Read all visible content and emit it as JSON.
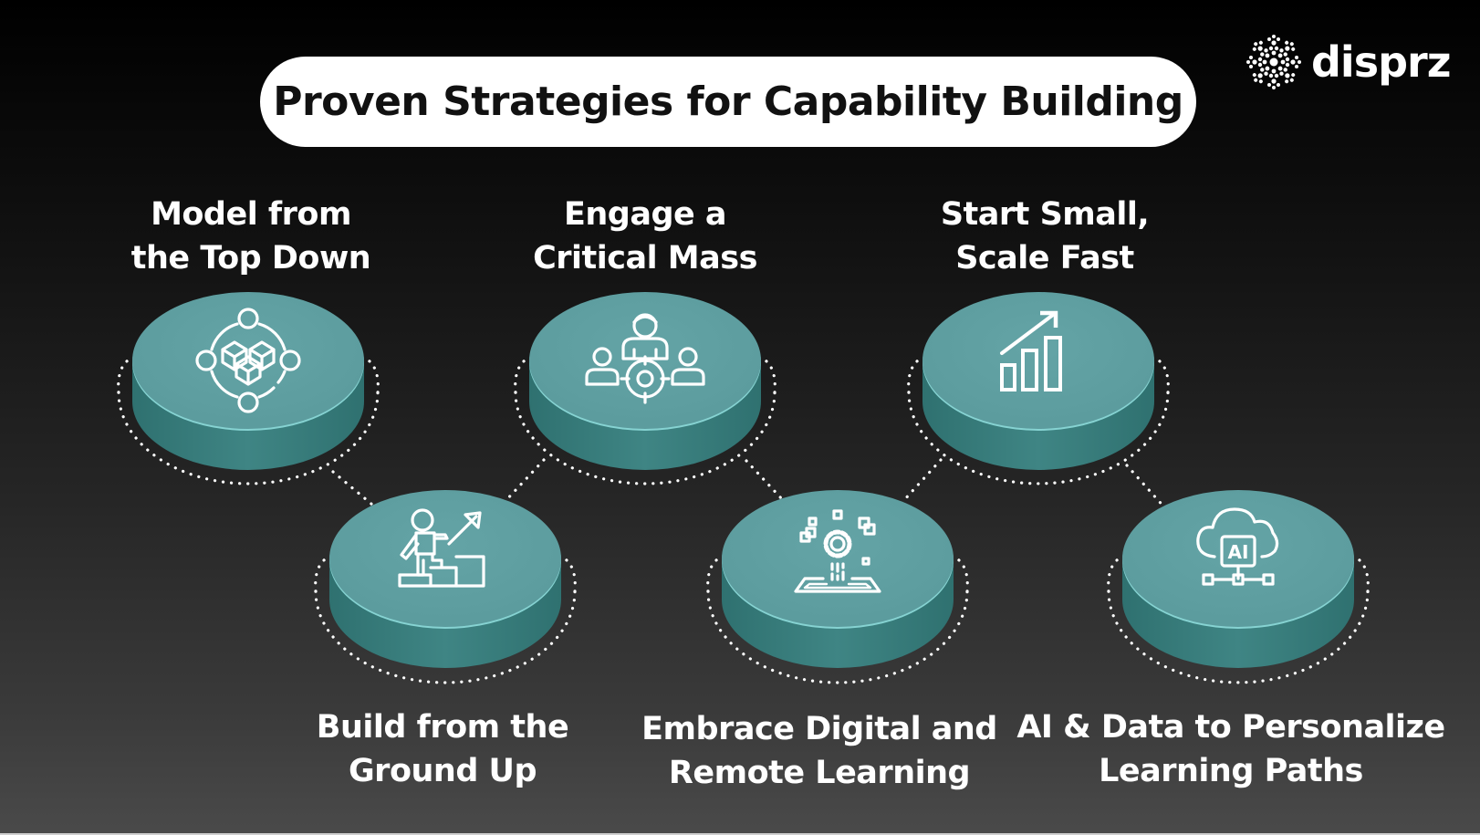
{
  "title": "Proven Strategies for Capability Building",
  "logo": {
    "text": "disprz",
    "icon": "snowflake-dots-logo-icon"
  },
  "colors": {
    "disc_top": "#5f9fa1",
    "disc_side": "#3a7e7d",
    "disc_rim": "#7fcfcf",
    "icon_stroke": "#ffffff",
    "background_top": "#000000",
    "background_bottom": "#4a4a4a",
    "title_bg": "#ffffff",
    "title_text": "#111111"
  },
  "strategies": [
    {
      "id": "model-top-down",
      "line1": "Model from",
      "line2": "the Top Down",
      "icon": "network-cubes-icon",
      "row": "top"
    },
    {
      "id": "build-ground-up",
      "line1": "Build from the",
      "line2": "Ground Up",
      "icon": "person-climbing-steps-icon",
      "row": "bottom"
    },
    {
      "id": "engage-critical-mass",
      "line1": "Engage a",
      "line2": "Critical Mass",
      "icon": "people-target-icon",
      "row": "top"
    },
    {
      "id": "embrace-digital",
      "line1": "Embrace Digital and",
      "line2": "Remote Learning",
      "icon": "digital-gear-tablet-icon",
      "row": "bottom"
    },
    {
      "id": "start-small",
      "line1": "Start Small,",
      "line2": "Scale Fast",
      "icon": "growth-bar-chart-icon",
      "row": "top"
    },
    {
      "id": "ai-data",
      "line1": "AI & Data to Personalize",
      "line2": "Learning Paths",
      "icon": "ai-cloud-network-icon",
      "row": "bottom"
    }
  ]
}
